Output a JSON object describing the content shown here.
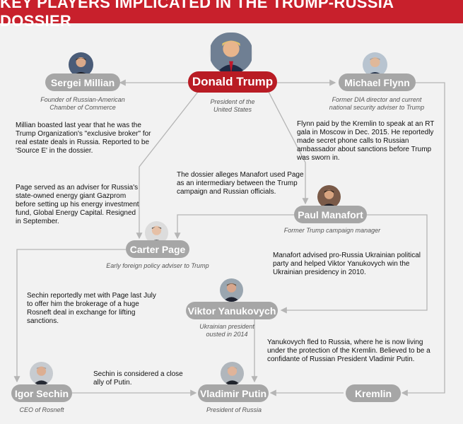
{
  "title": "KEY PLAYERS IMPLICATED IN THE TRUMP-RUSSIA DOSSIER",
  "colors": {
    "accent": "#c8202c",
    "node": "#a6a6a6",
    "line": "#b5b5b5"
  },
  "nodes": {
    "trump": {
      "name": "Donald Trump",
      "caption": "President of the United States"
    },
    "millian": {
      "name": "Sergei Millian",
      "caption": "Founder of Russian-American Chamber of Commerce"
    },
    "flynn": {
      "name": "Michael Flynn",
      "caption": "Former DIA director and current national security adviser to Trump"
    },
    "manafort": {
      "name": "Paul Manafort",
      "caption": "Former Trump campaign manager"
    },
    "page": {
      "name": "Carter Page",
      "caption": "Early foreign policy adviser to Trump"
    },
    "yanukovych": {
      "name": "Viktor Yanukovych",
      "caption": "Ukrainian president ousted in 2014"
    },
    "sechin": {
      "name": "Igor Sechin",
      "caption": "CEO of Rosneft"
    },
    "putin": {
      "name": "Vladimir Putin",
      "caption": "President of Russia"
    },
    "kremlin": {
      "name": "Kremlin"
    }
  },
  "blurbs": {
    "millian": "Millian boasted last year that he was the Trump Organization's \"exclusive broker\" for real estate deals in Russia. Reported to be 'Source E' in the dossier.",
    "page_gazprom": "Page served as an adviser for Russia's state-owned energy giant Gazprom before setting up his energy investment fund, Global Energy Capital. Resigned in September.",
    "dossier": "The dossier alleges Manafort used Page as an intermediary between the Trump campaign and Russian officials.",
    "flynn": "Flynn paid by the Kremlin to speak at an RT gala in Moscow in Dec. 2015. He reportedly made secret phone calls to Russian ambassador about sanctions before Trump was sworn in.",
    "manafort": "Manafort advised pro-Russia Ukrainian political party and helped Viktor Yanukovych win the Ukrainian presidency in 2010.",
    "sechin_page": "Sechin reportedly met with Page last July to offer him the brokerage of a huge Rosneft deal in exchange for lifting sanctions.",
    "yanukovych": "Yanukovych fled to Russia, where he is now living under the protection of the Kremlin. Believed to be a confidante of Russian President Vladimir Putin.",
    "sechin_putin": "Sechin is considered a close ally of Putin."
  }
}
